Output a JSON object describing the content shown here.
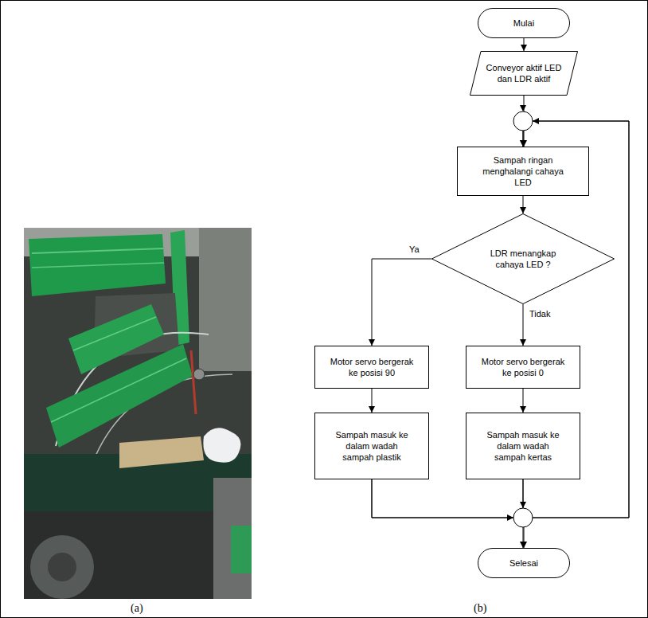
{
  "diagram": {
    "nodes": [
      {
        "text": [
          "Mulai"
        ]
      },
      {
        "text": [
          "Conveyor aktif LED dan LDR aktif"
        ]
      },
      {
        "text": [
          "Sampah ringan menghalangi cahaya LED"
        ]
      },
      {
        "text": [
          "LDR menangkap cahaya LED ?"
        ]
      },
      {
        "text": [
          "Motor servo bergerak ke posisi 90"
        ]
      },
      {
        "text": [
          "Sampah masuk ke dalam wadah sampah plastik"
        ]
      },
      {
        "text": [
          "Motor servo bergerak ke posisi 0"
        ]
      },
      {
        "text": [
          "Sampah masuk ke dalam wadah sampah kertas"
        ]
      },
      {
        "text": [
          "Selesai"
        ]
      }
    ],
    "edges": [
      {
        "from": 0,
        "to": 1,
        "arrow": "to"
      },
      {
        "from": 1,
        "to": 2,
        "arrow": "to"
      },
      {
        "from": 2,
        "to": 3,
        "arrow": "to"
      },
      {
        "from": 3,
        "to": 4,
        "label": "Ya",
        "arrow": "to"
      },
      {
        "from": 3,
        "to": 6,
        "label": "Tidak",
        "arrow": "to"
      },
      {
        "from": 4,
        "to": 5,
        "arrow": "to"
      },
      {
        "from": 6,
        "to": 7,
        "arrow": "to"
      },
      {
        "from": 5,
        "to": 8,
        "arrow": "to"
      },
      {
        "from": 7,
        "to": 8,
        "arrow": "to"
      },
      {
        "from": 5,
        "to": 2,
        "arrow": "to"
      },
      {
        "from": 7,
        "to": 2,
        "arrow": "to"
      }
    ],
    "labels": [
      "(a)",
      "(b)"
    ]
  }
}
